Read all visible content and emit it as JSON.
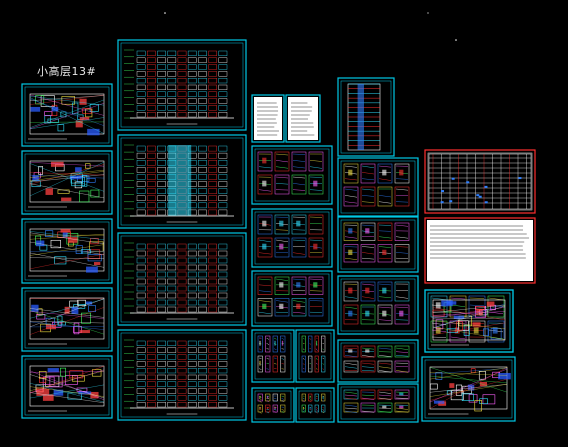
{
  "drawing": {
    "title": "小高层13#",
    "background": "#000000",
    "frame_color": "#00c8e6",
    "accent_red": "#ff3030",
    "accent_yellow": "#f0e040",
    "accent_white": "#ffffff"
  },
  "sheets": [
    {
      "id": "plan-1",
      "kind": "floor-plan"
    },
    {
      "id": "plan-2",
      "kind": "floor-plan"
    },
    {
      "id": "plan-3",
      "kind": "floor-plan"
    },
    {
      "id": "plan-4",
      "kind": "floor-plan"
    },
    {
      "id": "plan-5",
      "kind": "floor-plan"
    },
    {
      "id": "elev-1",
      "kind": "elevation"
    },
    {
      "id": "elev-2",
      "kind": "elevation"
    },
    {
      "id": "elev-3",
      "kind": "elevation"
    },
    {
      "id": "elev-4",
      "kind": "elevation"
    },
    {
      "id": "notes-1",
      "kind": "notes"
    },
    {
      "id": "notes-2",
      "kind": "notes"
    },
    {
      "id": "section-1",
      "kind": "section"
    },
    {
      "id": "detail-1",
      "kind": "details"
    },
    {
      "id": "detail-2",
      "kind": "details"
    },
    {
      "id": "detail-3",
      "kind": "details"
    },
    {
      "id": "detail-4",
      "kind": "details"
    },
    {
      "id": "detail-5",
      "kind": "details"
    },
    {
      "id": "detail-6",
      "kind": "details"
    },
    {
      "id": "detail-7",
      "kind": "details"
    },
    {
      "id": "detail-8",
      "kind": "details"
    },
    {
      "id": "detail-9",
      "kind": "details"
    },
    {
      "id": "detail-10",
      "kind": "details"
    },
    {
      "id": "detail-11",
      "kind": "details"
    },
    {
      "id": "table-1",
      "kind": "schedule"
    },
    {
      "id": "table-2",
      "kind": "notes"
    },
    {
      "id": "detail-12",
      "kind": "details"
    },
    {
      "id": "detail-13",
      "kind": "details"
    },
    {
      "id": "plan-6",
      "kind": "floor-plan"
    },
    {
      "id": "plan-7",
      "kind": "floor-plan"
    }
  ]
}
